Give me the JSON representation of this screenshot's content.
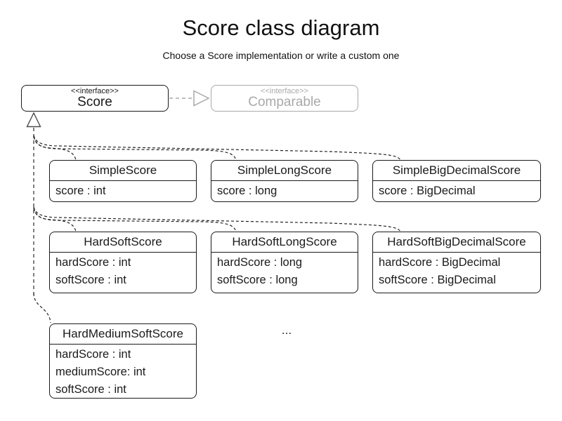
{
  "header": {
    "title": "Score class diagram",
    "subtitle": "Choose a Score implementation or write a custom one"
  },
  "interfaces": {
    "score": {
      "stereotype": "<<interface>>",
      "name": "Score"
    },
    "comparable": {
      "stereotype": "<<interface>>",
      "name": "Comparable"
    }
  },
  "classes": [
    {
      "name": "SimpleScore",
      "attributes": [
        "score : int"
      ]
    },
    {
      "name": "SimpleLongScore",
      "attributes": [
        "score : long"
      ]
    },
    {
      "name": "SimpleBigDecimalScore",
      "attributes": [
        "score : BigDecimal"
      ]
    },
    {
      "name": "HardSoftScore",
      "attributes": [
        "hardScore : int",
        "softScore : int"
      ]
    },
    {
      "name": "HardSoftLongScore",
      "attributes": [
        "hardScore : long",
        "softScore : long"
      ]
    },
    {
      "name": "HardSoftBigDecimalScore",
      "attributes": [
        "hardScore : BigDecimal",
        "softScore : BigDecimal"
      ]
    },
    {
      "name": "HardMediumSoftScore",
      "attributes": [
        "hardScore : int",
        "mediumScore: int",
        "softScore : int"
      ]
    }
  ],
  "ellipsis": "...",
  "colors": {
    "line": "#1a1a1a",
    "dashed_edge": "#222222",
    "inheritance_line": "#555555",
    "muted": "#a9a9a9",
    "background": "#ffffff"
  }
}
